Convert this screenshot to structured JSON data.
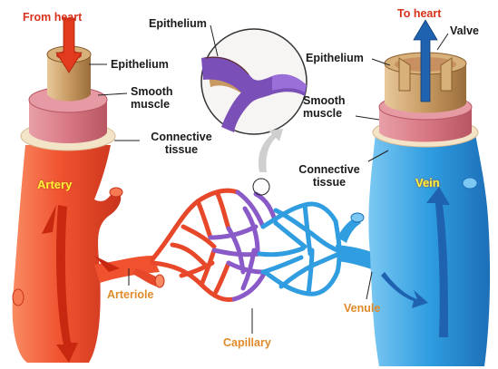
{
  "labels": {
    "from_heart": "From heart",
    "to_heart": "To heart",
    "epithelium_zoom": "Epithelium",
    "epithelium_artery": "Epithelium",
    "epithelium_vein": "Epithelium",
    "valve": "Valve",
    "smooth_muscle_artery_1": "Smooth",
    "smooth_muscle_artery_2": "muscle",
    "smooth_muscle_vein_1": "Smooth",
    "smooth_muscle_vein_2": "muscle",
    "connective_tissue_artery_1": "Connective",
    "connective_tissue_artery_2": "tissue",
    "connective_tissue_vein_1": "Connective",
    "connective_tissue_vein_2": "tissue",
    "artery": "Artery",
    "vein": "Vein",
    "arteriole": "Arteriole",
    "capillary": "Capillary",
    "venule": "Venule"
  },
  "colors": {
    "artery": "#f0522f",
    "artery_dark": "#c8341c",
    "vein": "#2f9de0",
    "vein_dark": "#1d6fb8",
    "capillary": "#8a5bc8",
    "arrow_red": "#e23a1c",
    "arrow_blue": "#1f62b0",
    "label_red": "#d8321c",
    "label_orange": "#e08a2a",
    "label_yellow": "#fff33a"
  }
}
